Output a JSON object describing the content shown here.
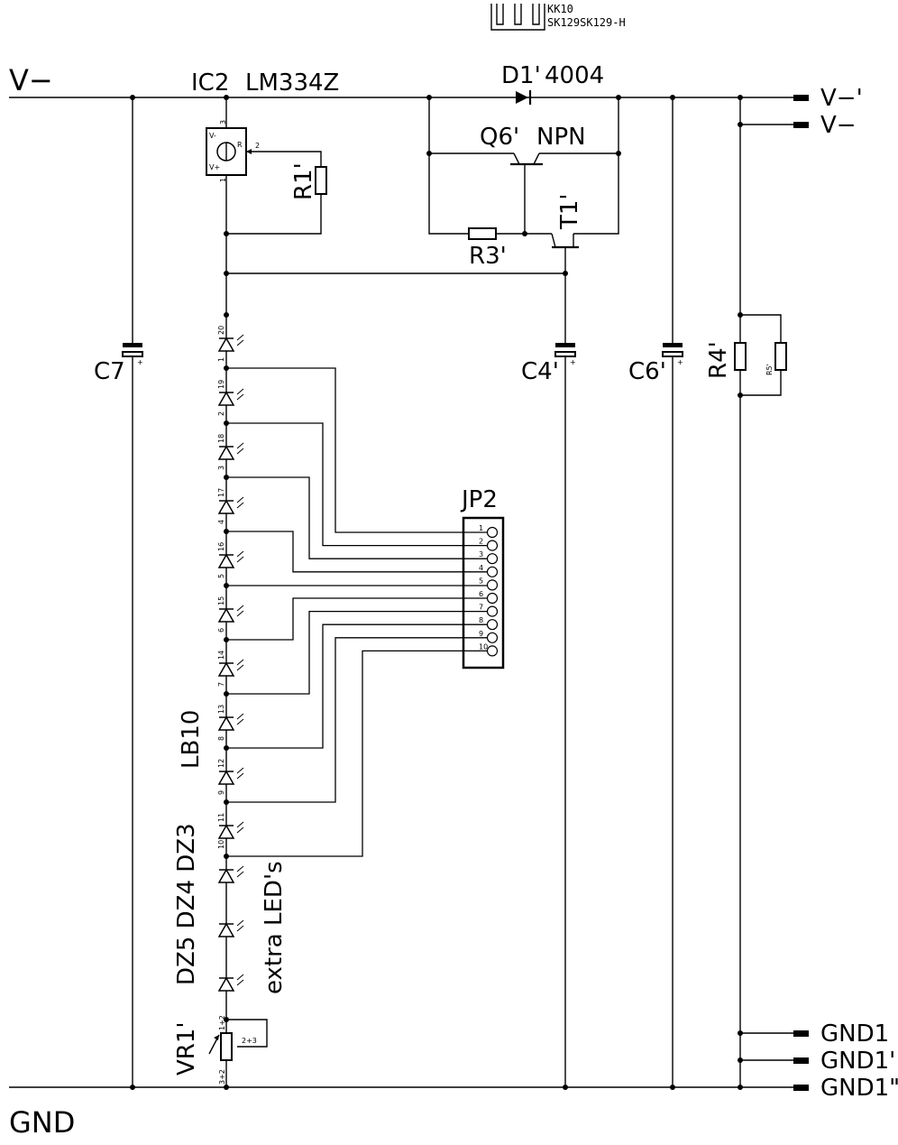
{
  "title": {
    "heatsink_line1": "KK10",
    "heatsink_line2": "SK129SK129-H"
  },
  "nets": {
    "vminus": "V−",
    "gnd": "GND"
  },
  "components": {
    "ic2": "IC2",
    "ic2_value": "LM334Z",
    "ic2_pin_v_minus": "V-",
    "ic2_pin_v_plus": "V+",
    "ic2_pin_r": "R",
    "ic2_pin3": "3",
    "ic2_pin1": "1",
    "ic2_pin2": "2",
    "d1": "D1'",
    "d1_value": "4004",
    "q6": "Q6'",
    "q6_type": "NPN",
    "t1": "T1'",
    "r1": "R1'",
    "r3": "R3'",
    "r4": "R4'",
    "r5": "R5'",
    "c7": "C7",
    "c4": "C4'",
    "c6": "C6'",
    "cap_plus": "+",
    "jp2": "JP2",
    "lb10": "LB10",
    "dz_labels": "DZ5 DZ4 DZ3",
    "extra_leds": "extra LED's",
    "vr1": "VR1'",
    "vr1_pin12": "1+2",
    "vr1_pin23": "2+3",
    "vr1_pin32": "3+2"
  },
  "led_pins": {
    "top": [
      "20",
      "19",
      "18",
      "17",
      "16",
      "15",
      "14",
      "13",
      "12",
      "11"
    ],
    "bottom": [
      "1",
      "2",
      "3",
      "4",
      "5",
      "6",
      "7",
      "8",
      "9",
      "10"
    ]
  },
  "jp2_pins": [
    "1",
    "2",
    "3",
    "4",
    "5",
    "6",
    "7",
    "8",
    "9",
    "10"
  ],
  "connectors": {
    "right_top": [
      "V−'",
      "V−"
    ],
    "right_bottom": [
      "GND1",
      "GND1'",
      "GND1\""
    ]
  }
}
